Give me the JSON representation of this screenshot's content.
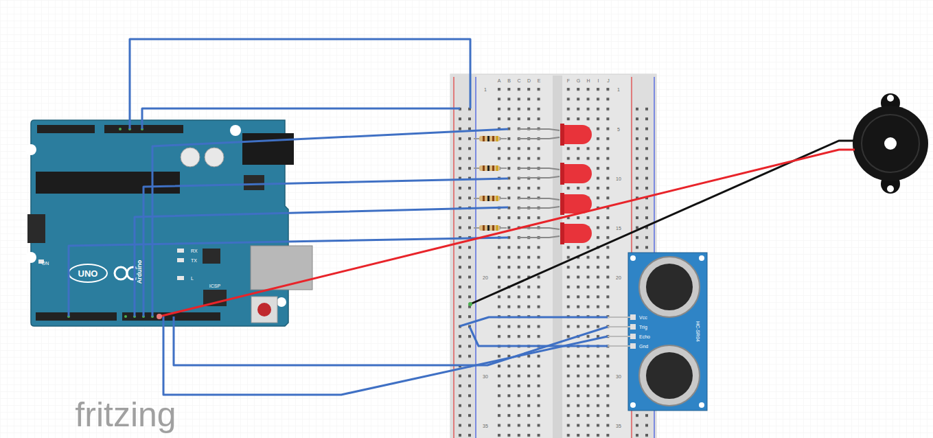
{
  "diagram": {
    "labels": [
      "fritzing",
      "UNO",
      "ON",
      "TX",
      "RX",
      "L",
      "ICSP",
      "Arduino",
      "A",
      "B",
      "C",
      "D",
      "E",
      "F",
      "G",
      "H",
      "I",
      "J",
      "1",
      "20",
      "30",
      "35",
      "1",
      "5",
      "10",
      "15",
      "20",
      "30",
      "35",
      "Vcc",
      "Trig",
      "Echo",
      "Gnd",
      "HC-SR04"
    ]
  }
}
